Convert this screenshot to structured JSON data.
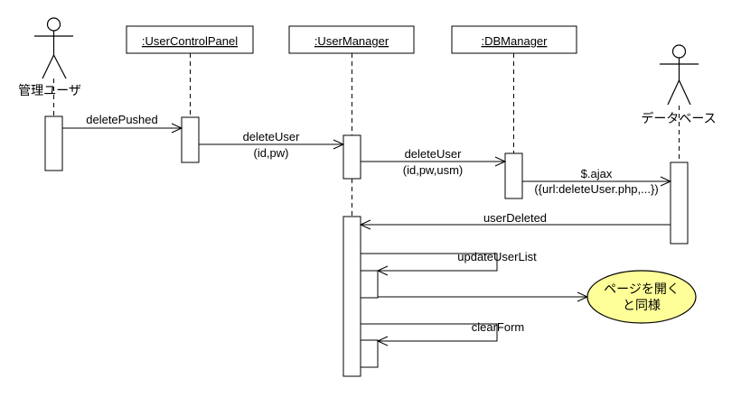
{
  "diagram_type": "uml-sequence-diagram",
  "colors": {
    "background": "#ffffff",
    "line": "#000000",
    "shape_fill": "#ffffff",
    "note_fill": "#ffff99"
  },
  "actors": {
    "admin": {
      "label": "管理ユーザ"
    },
    "database": {
      "label": "データベース"
    }
  },
  "objects": {
    "user_control_panel": {
      "label": ":UserControlPanel"
    },
    "user_manager": {
      "label": ":UserManager"
    },
    "db_manager": {
      "label": ":DBManager"
    }
  },
  "messages": {
    "delete_pushed": {
      "label": "deletePushed"
    },
    "delete_user_1": {
      "label": "deleteUser",
      "args": "(id,pw)"
    },
    "delete_user_2": {
      "label": "deleteUser",
      "args": "(id,pw,usm)"
    },
    "ajax": {
      "label": "$.ajax",
      "args": "({url:deleteUser.php,...})"
    },
    "user_deleted": {
      "label": "userDeleted"
    },
    "update_user_list": {
      "label": "updateUserList"
    },
    "clear_form": {
      "label": "clearForm"
    }
  },
  "note": {
    "line1": "ページを開く",
    "line2": "と同様"
  }
}
